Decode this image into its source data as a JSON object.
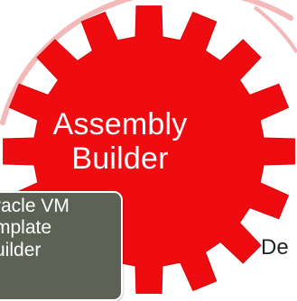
{
  "gear": {
    "line1": "Assembly",
    "line2": "Builder",
    "color": "#ee0c10"
  },
  "ovm_box": {
    "line1": "racle VM",
    "line2": "mplate",
    "line3": "uilder",
    "fill": "#5c6354"
  },
  "side_label": {
    "text": "De"
  },
  "colors": {
    "ring": "#f3b8b8",
    "gear": "#ee0c10",
    "box_fill": "#5c6354",
    "box_border": "#ffffff"
  }
}
